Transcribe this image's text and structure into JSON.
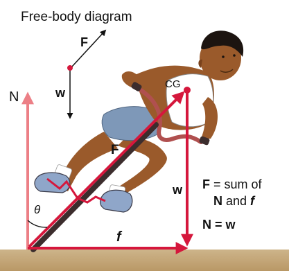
{
  "title": "Free-body diagram",
  "fbd": {
    "force_label": "F",
    "weight_label": "w"
  },
  "labels": {
    "normal": "N",
    "cg": "CG",
    "force_along_bike": "F",
    "weight": "w",
    "friction": "f",
    "angle": "θ"
  },
  "note": {
    "line1_bold": "F",
    "line1_rest": " = sum of",
    "line2_n": "N",
    "line2_and": " and ",
    "line2_f": "f",
    "line3": "N = w"
  },
  "colors": {
    "force_red": "#d5173c",
    "normal_pink": "#ec7f86",
    "ground_top": "#cdb48a",
    "ground_bottom": "#b99866",
    "skin": "#9a5a2b",
    "skin_shadow": "#7a421c",
    "shorts_blue": "#7e98b8",
    "bike_frame": "#b0504f",
    "bike_dark": "#3c2d2d",
    "shoe_blue": "#8fa6c9",
    "hair": "#1c1410"
  }
}
